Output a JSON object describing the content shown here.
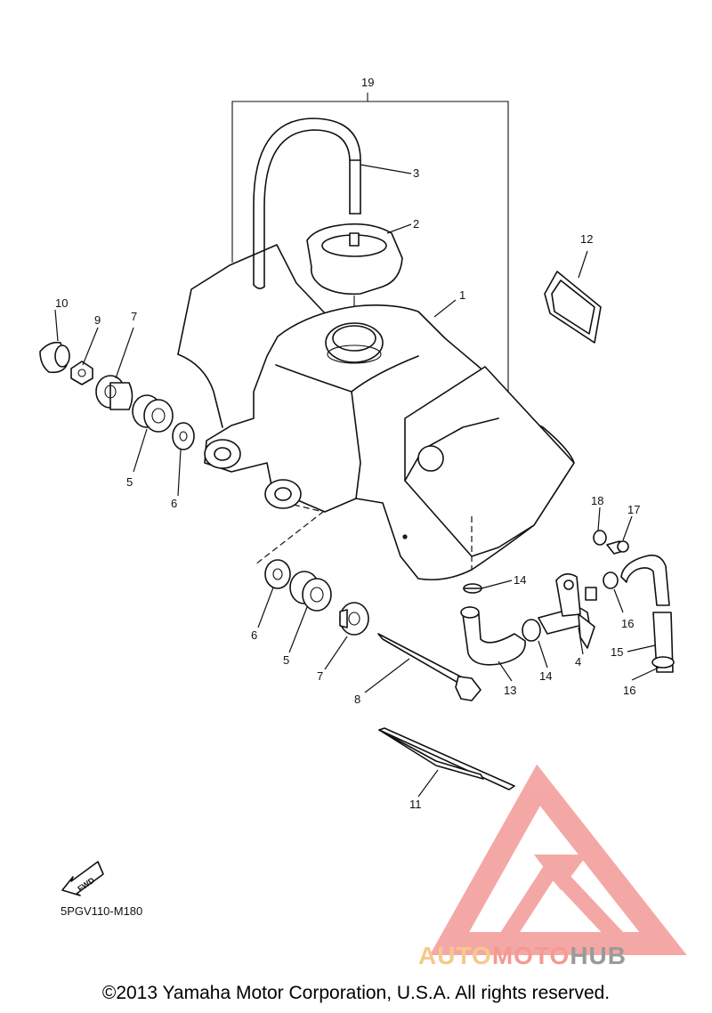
{
  "diagram": {
    "drawing_code": "5PGV110-M180",
    "direction_badge": "FWD",
    "callouts": [
      "1",
      "2",
      "3",
      "4",
      "5",
      "5",
      "6",
      "6",
      "7",
      "7",
      "8",
      "9",
      "10",
      "11",
      "12",
      "13",
      "14",
      "14",
      "15",
      "16",
      "16",
      "17",
      "18",
      "19"
    ]
  },
  "watermark": {
    "brand_part_1": "AUTO",
    "brand_part_2": "MOTO",
    "brand_part_3": "HUB",
    "colors": {
      "auto": "#f5c98c",
      "moto": "#f59a91",
      "hub": "#9a9a9a",
      "logo": "#f39a96"
    }
  },
  "footer": {
    "copyright": "©2013 Yamaha Motor Corporation, U.S.A. All rights reserved."
  }
}
